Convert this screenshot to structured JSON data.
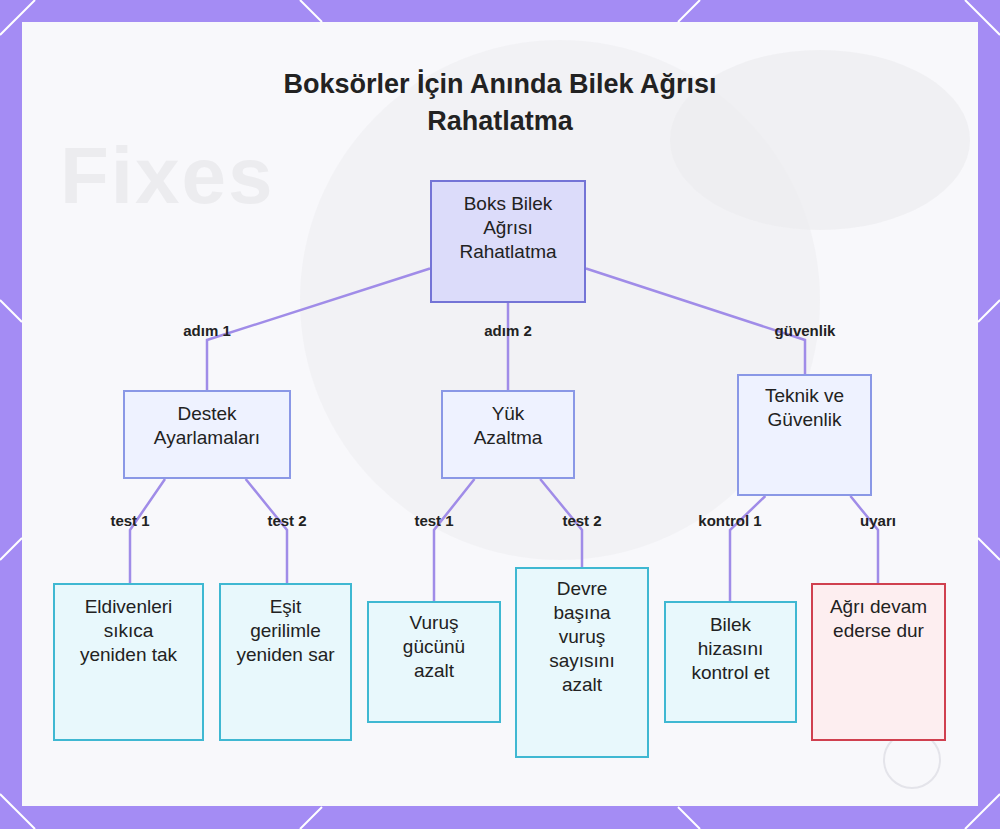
{
  "diagram": {
    "title": "Boksörler İçin Anında Bilek Ağrısı Rahatlatma",
    "nodes": [
      {
        "text": [
          "Boks Bilek Ağrısı Rahatlatma"
        ]
      },
      {
        "text": [
          "Destek Ayarlamaları"
        ]
      },
      {
        "text": [
          "Yük Azaltma"
        ]
      },
      {
        "text": [
          "Teknik ve Güvenlik"
        ]
      },
      {
        "text": [
          "Eldivenleri sıkıca yeniden tak"
        ]
      },
      {
        "text": [
          "Eşit gerilimle yeniden sar"
        ]
      },
      {
        "text": [
          "Vuruş gücünü azalt"
        ]
      },
      {
        "text": [
          "Devre başına vuruş sayısını azalt"
        ]
      },
      {
        "text": [
          "Bilek hizasını kontrol et"
        ]
      },
      {
        "text": [
          "Ağrı devam ederse dur"
        ]
      }
    ],
    "edges": [
      {
        "from": 0,
        "to": 1,
        "label": "adım 1",
        "arrow": "none"
      },
      {
        "from": 0,
        "to": 2,
        "label": "adım 2",
        "arrow": "none"
      },
      {
        "from": 0,
        "to": 3,
        "label": "güvenlik",
        "arrow": "none"
      },
      {
        "from": 1,
        "to": 4,
        "label": "test 1",
        "arrow": "none"
      },
      {
        "from": 1,
        "to": 5,
        "label": "test 2",
        "arrow": "none"
      },
      {
        "from": 2,
        "to": 6,
        "label": "test 1",
        "arrow": "none"
      },
      {
        "from": 2,
        "to": 7,
        "label": "test 2",
        "arrow": "none"
      },
      {
        "from": 3,
        "to": 8,
        "label": "kontrol 1",
        "arrow": "none"
      },
      {
        "from": 3,
        "to": 9,
        "label": "uyarı",
        "arrow": "none"
      }
    ],
    "labels": [
      "Fixes"
    ]
  }
}
